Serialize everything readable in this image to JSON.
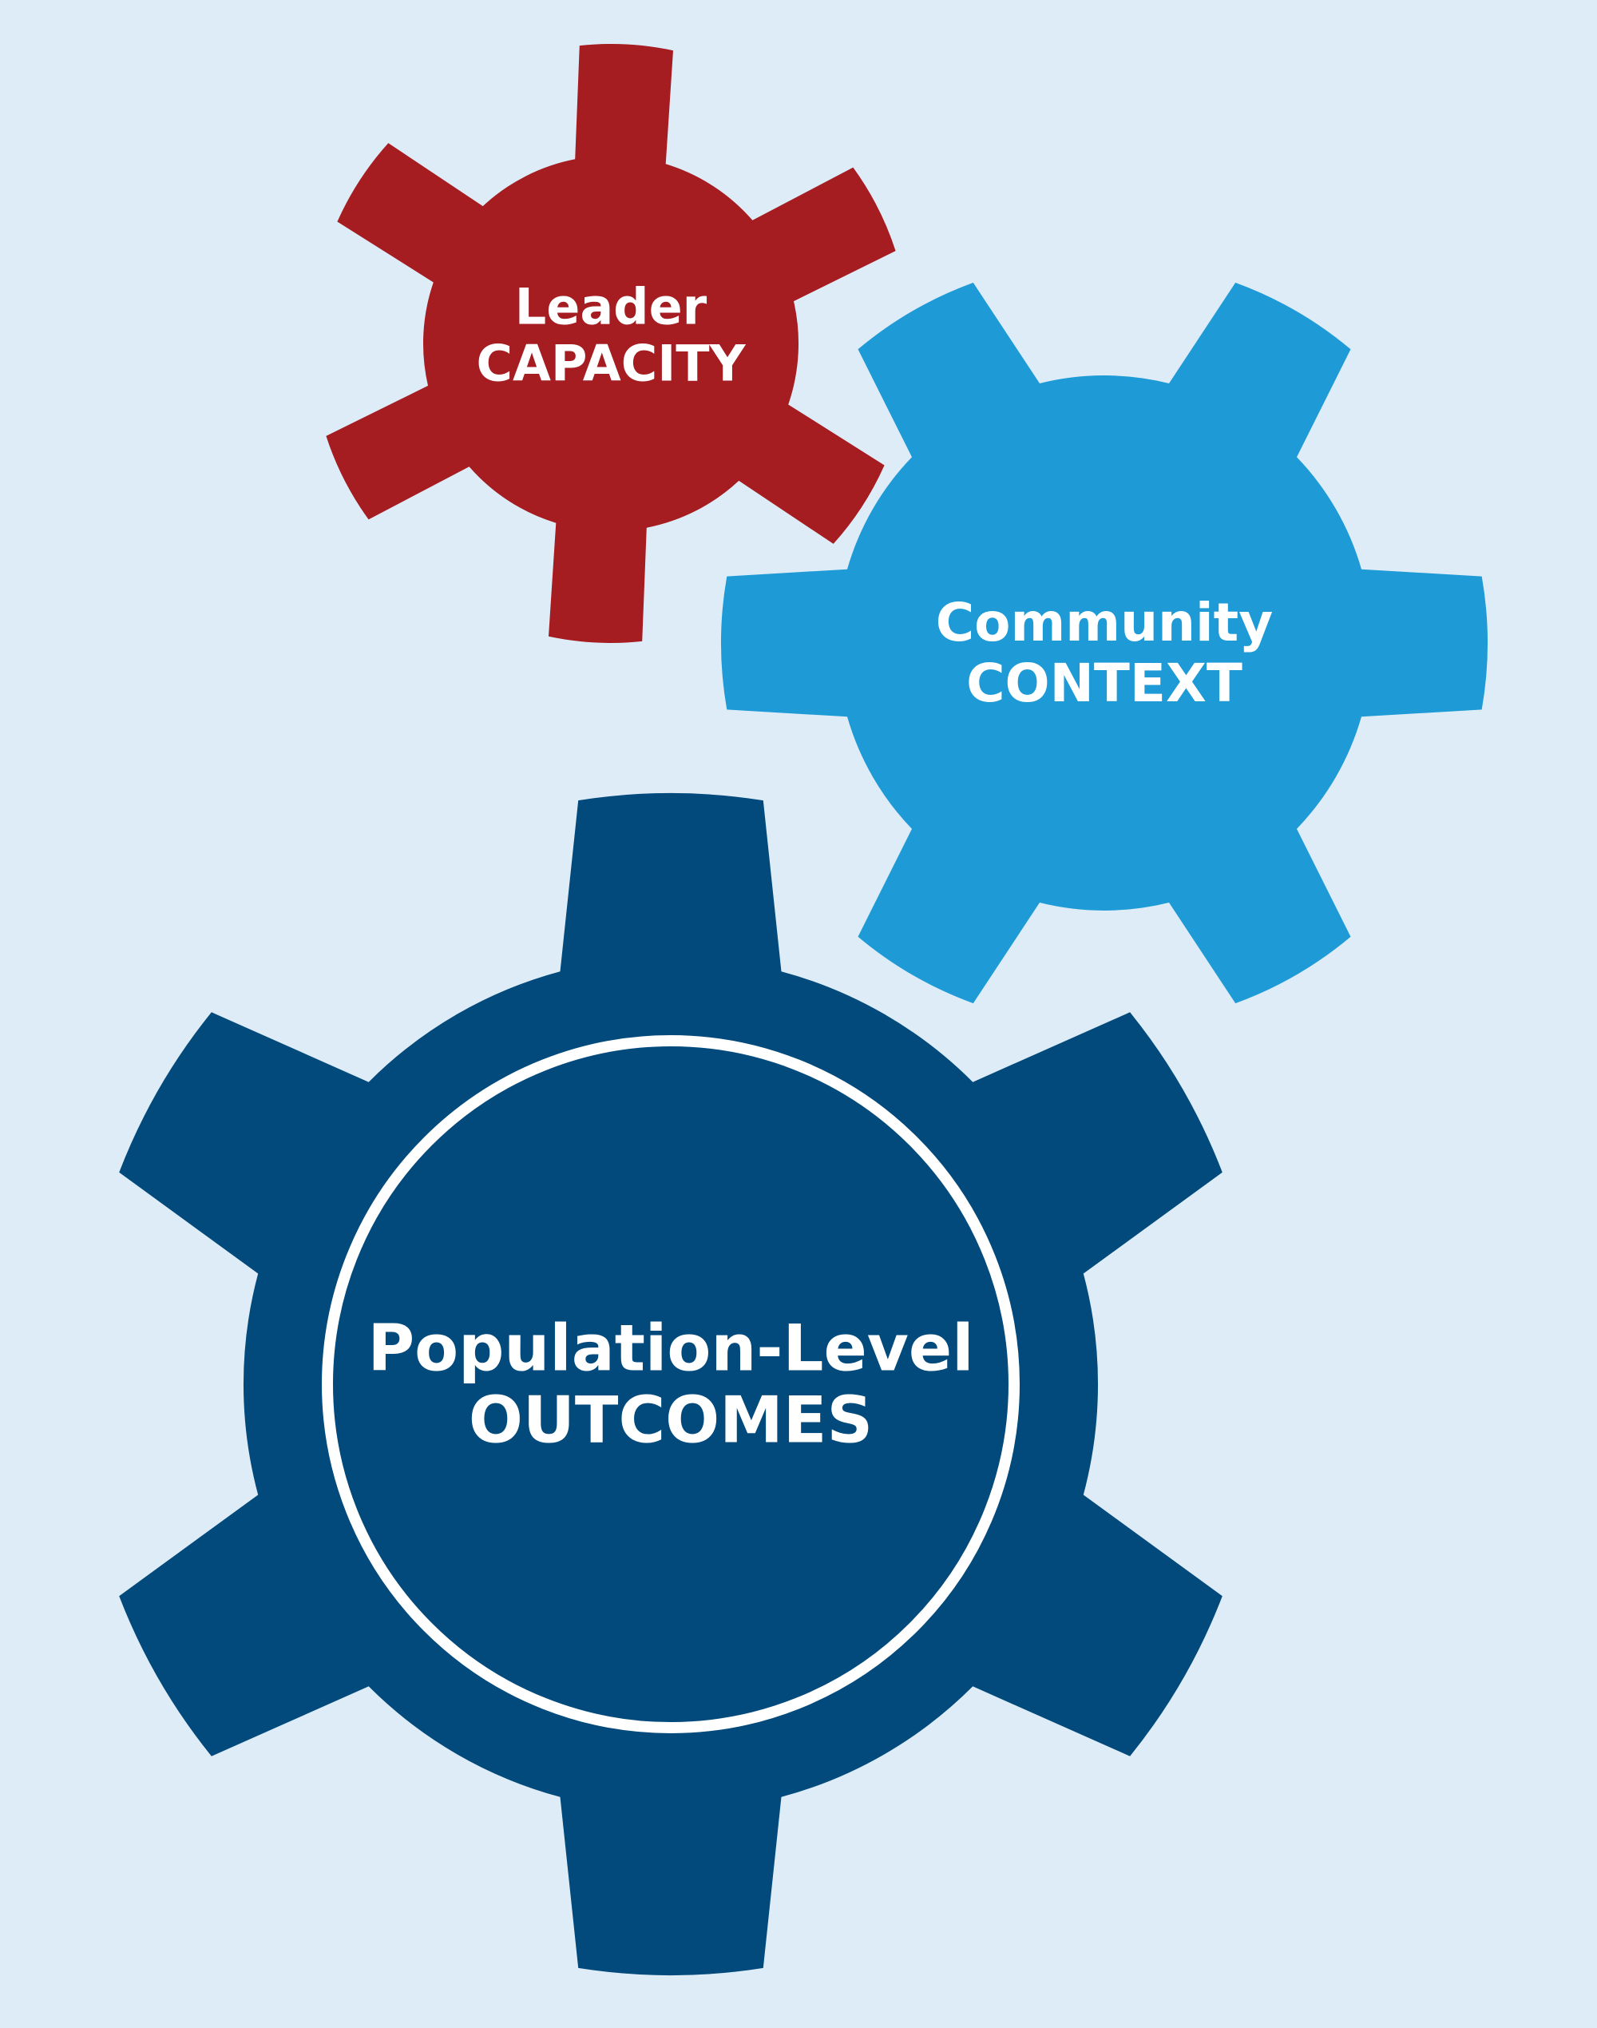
{
  "colors": {
    "background": "#deecf7",
    "leader_gear": "#a51c21",
    "community_gear": "#1e9bd7",
    "population_gear": "#024a7c",
    "ring": "#ffffff",
    "text": "#ffffff"
  },
  "gears": {
    "leader": {
      "line1": "Leader",
      "line2": "CAPACITY"
    },
    "community": {
      "line1": "Community",
      "line2": "CONTEXT"
    },
    "population": {
      "line1": "Population-Level",
      "line2": "OUTCOMES"
    }
  }
}
